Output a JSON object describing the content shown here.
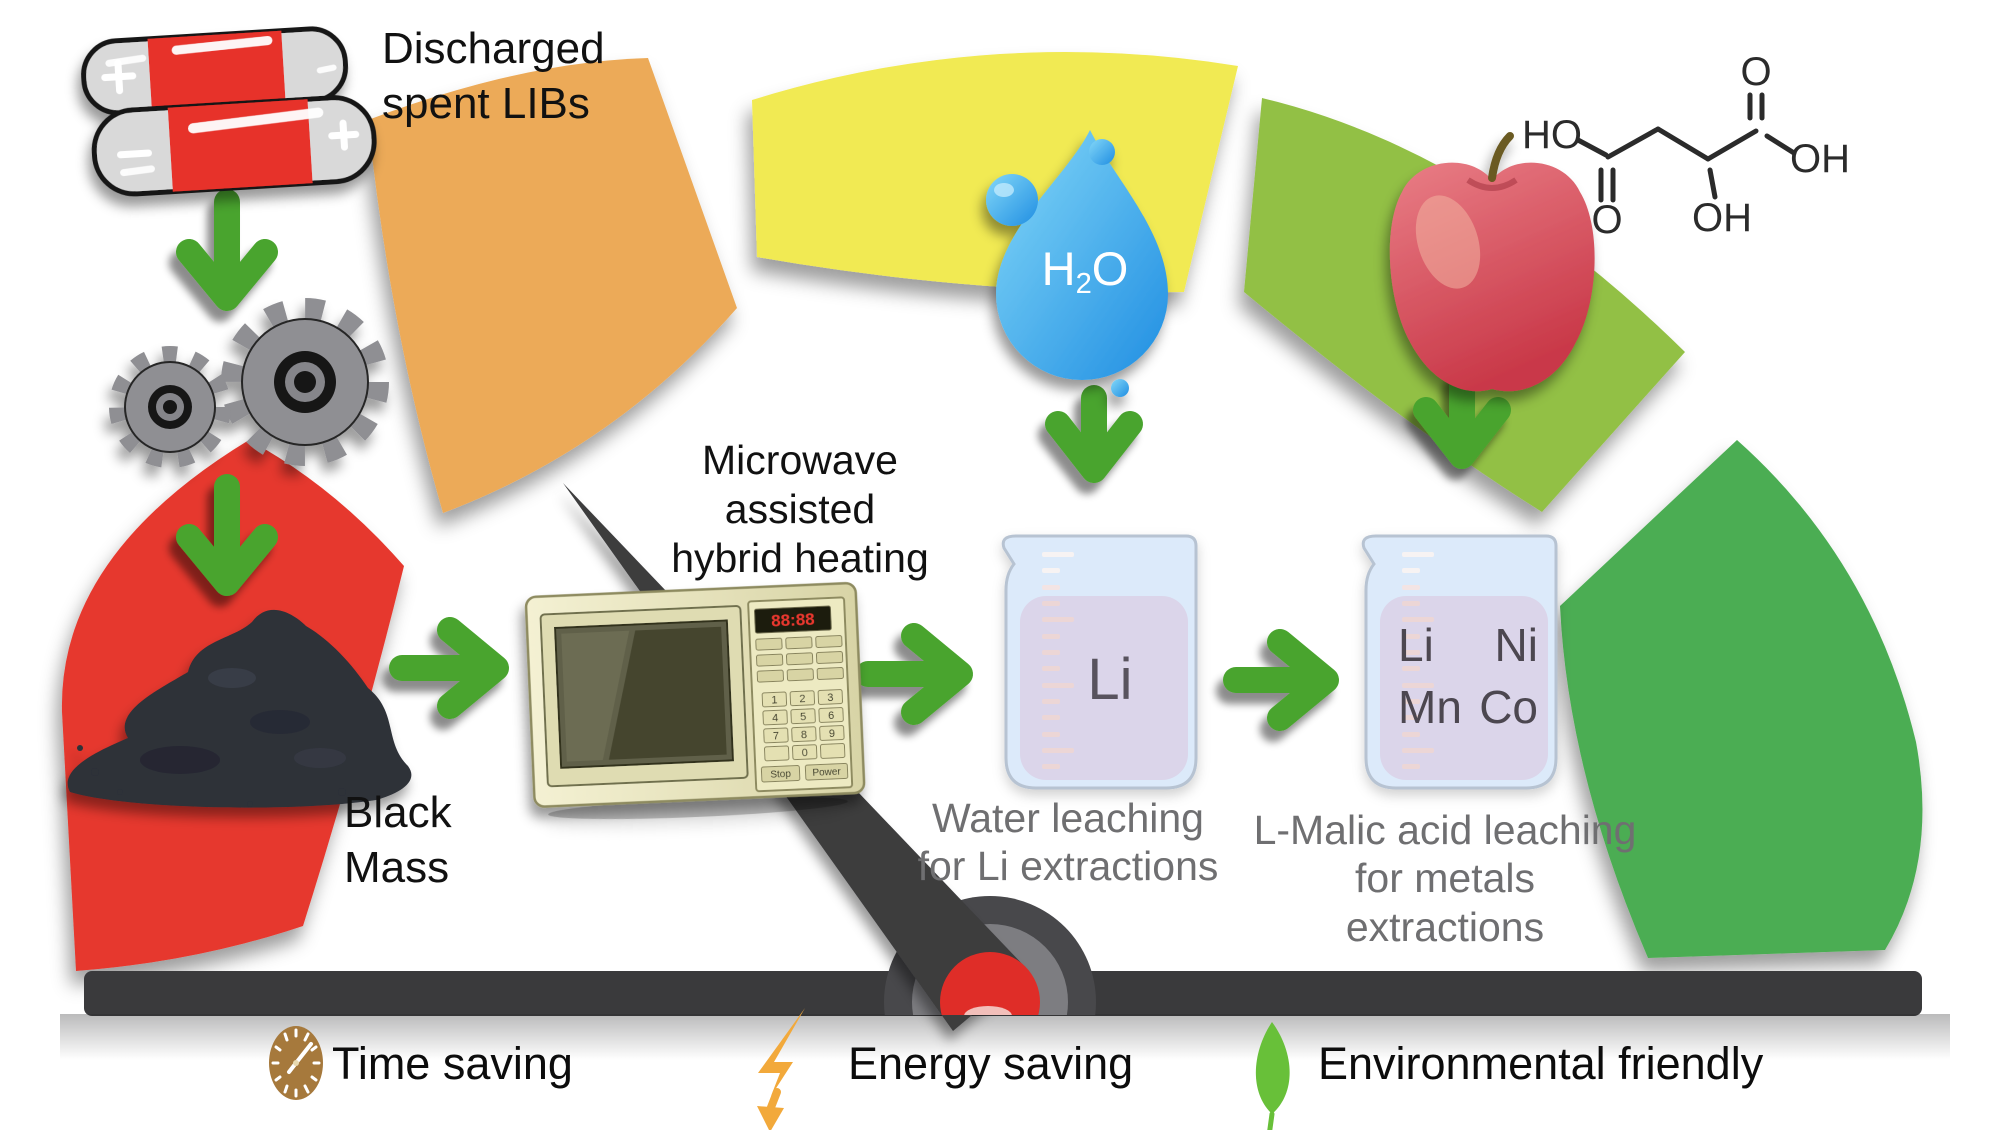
{
  "batteries": {
    "line1": "Discharged",
    "line2": "spent LIBs"
  },
  "black_mass": {
    "line1": "Black",
    "line2": "Mass"
  },
  "microwave": {
    "caption_line1": "Microwave",
    "caption_line2": "assisted",
    "caption_line3": "hybrid heating",
    "display": "88:88",
    "keypad": [
      "1",
      "2",
      "3",
      "4",
      "5",
      "6",
      "7",
      "8",
      "9",
      "0"
    ],
    "stop_label": "Stop",
    "power_label": "Power"
  },
  "water_drop": {
    "h": "H",
    "sub": "2",
    "o": "O"
  },
  "beaker_li": {
    "label": "Li",
    "caption_line1": "Water leaching",
    "caption_line2": "for Li extractions"
  },
  "beaker_metals": {
    "row1_left": "Li",
    "row1_right": "Ni",
    "row2_left": "Mn",
    "row2_right": "Co",
    "caption_line1": "L-Malic acid leaching",
    "caption_line2": "for metals",
    "caption_line3": "extractions"
  },
  "malic_acid": {
    "ho": "HO",
    "o_left": "O",
    "oh_mid": "OH",
    "o_top": "O",
    "oh_right": "OH"
  },
  "legend": {
    "items": [
      {
        "icon": "clock-icon",
        "label": "Time saving"
      },
      {
        "icon": "lightning-icon",
        "label": "Energy saving"
      },
      {
        "icon": "leaf-icon",
        "label": "Environmental friendly"
      }
    ]
  },
  "colors": {
    "gauge_red": "#e6392e",
    "gauge_orange": "#ecaa58",
    "gauge_yellow": "#f1ea52",
    "gauge_yellow_green": "#92c045",
    "gauge_green": "#4cad52",
    "arrow_green": "#4aa42f",
    "needle_dark": "#3c3c3e",
    "hub_red": "#df2d28"
  }
}
